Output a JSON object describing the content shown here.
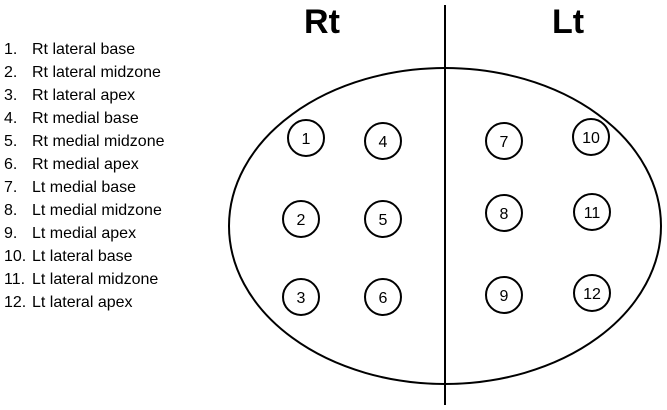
{
  "sides": {
    "right_label": "Rt",
    "left_label": "Lt"
  },
  "legend": [
    {
      "num": "1.",
      "text": "Rt lateral base"
    },
    {
      "num": "2.",
      "text": "Rt lateral midzone"
    },
    {
      "num": "3.",
      "text": "Rt lateral apex"
    },
    {
      "num": "4.",
      "text": "Rt medial base"
    },
    {
      "num": "5.",
      "text": "Rt medial midzone"
    },
    {
      "num": "6.",
      "text": "Rt medial apex"
    },
    {
      "num": "7.",
      "text": "Lt medial base"
    },
    {
      "num": "8.",
      "text": "Lt medial midzone"
    },
    {
      "num": "9.",
      "text": "Lt medial apex"
    },
    {
      "num": "10.",
      "text": "Lt lateral base"
    },
    {
      "num": "11.",
      "text": "Lt lateral midzone"
    },
    {
      "num": "12.",
      "text": "Lt lateral apex"
    }
  ],
  "zones": [
    "1",
    "2",
    "3",
    "4",
    "5",
    "6",
    "7",
    "8",
    "9",
    "10",
    "11",
    "12"
  ]
}
